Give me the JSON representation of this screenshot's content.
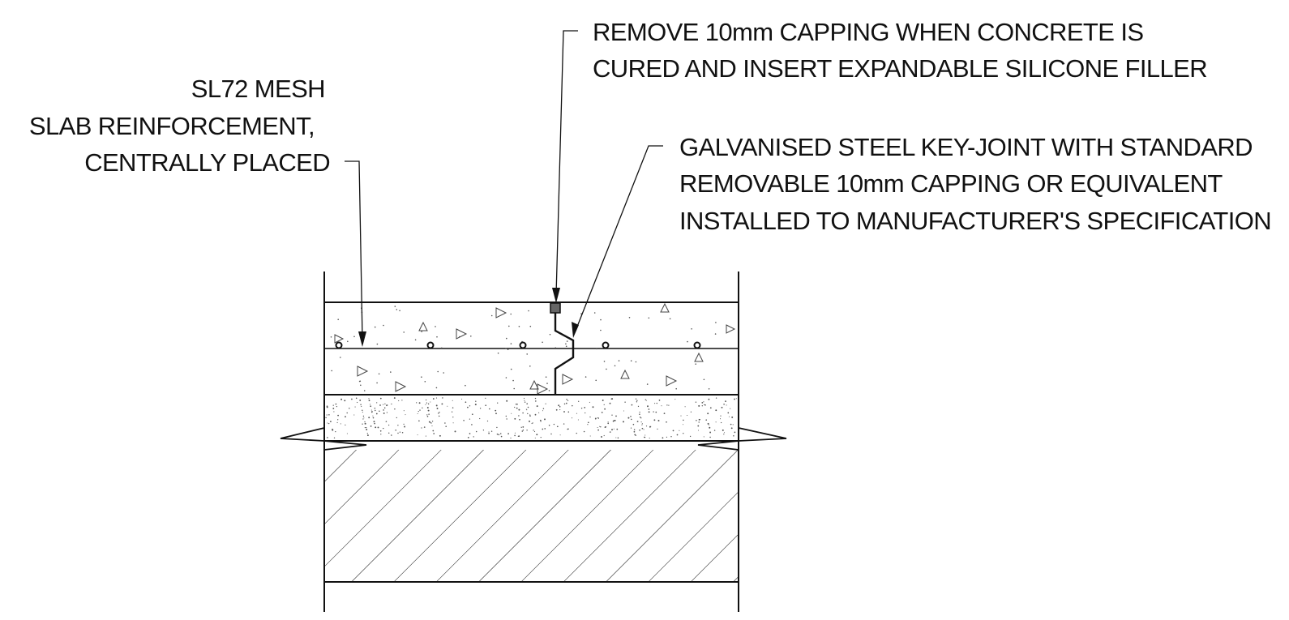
{
  "annotations": {
    "mesh": {
      "lines": [
        "SL72 MESH",
        "SLAB REINFORCEMENT,",
        "CENTRALLY PLACED"
      ]
    },
    "capping": {
      "lines": [
        "REMOVE 10mm CAPPING WHEN CONCRETE IS",
        "CURED AND INSERT EXPANDABLE SILICONE FILLER"
      ]
    },
    "keyjoint": {
      "lines": [
        "GALVANISED STEEL KEY-JOINT WITH STANDARD",
        "REMOVABLE 10mm CAPPING OR EQUIVALENT",
        "INSTALLED TO MANUFACTURER'S SPECIFICATION"
      ]
    }
  },
  "colors": {
    "line": "#111111",
    "capping_fill": "#666666",
    "background": "#ffffff"
  }
}
